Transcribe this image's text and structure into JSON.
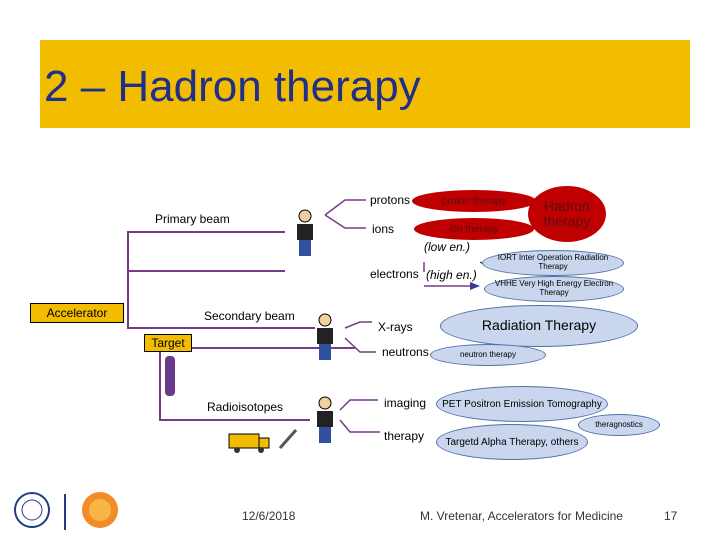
{
  "title": "2 – Hadron therapy",
  "labels": {
    "primary_beam": "Primary beam",
    "accelerator": "Accelerator",
    "secondary_beam": "Secondary beam",
    "target": "Target",
    "radioisotopes": "Radioisotopes",
    "protons": "protons",
    "ions": "ions",
    "low_en": "(low en.)",
    "electrons": "electrons",
    "high_en": "(high en.)",
    "xrays": "X-rays",
    "neutrons": "neutrons",
    "imaging": "imaging",
    "therapy": "therapy"
  },
  "ellipses": {
    "proton_therapy": "proton therapy",
    "ion_therapy": "ion therapy",
    "hadron_therapy": "Hadron therapy",
    "iort": "IORT Inter Operation Radiation Therapy",
    "vhhe": "VHHE Very High Energy Electron Therapy",
    "radiation_therapy": "Radiation Therapy",
    "neutron_therapy": "neutron therapy",
    "pet": "PET Positron Emission Tomography",
    "theragnostics": "theragnostics",
    "targeted_alpha": "Targetd Alpha Therapy, others"
  },
  "footer": {
    "date": "12/6/2018",
    "author": "M. Vretenar, Accelerators for Medicine",
    "page": "17"
  },
  "colors": {
    "title_bar": "#f2bd00",
    "line": "#7a3a8a",
    "red": "#c00000",
    "blue": "#c9d6ee"
  }
}
